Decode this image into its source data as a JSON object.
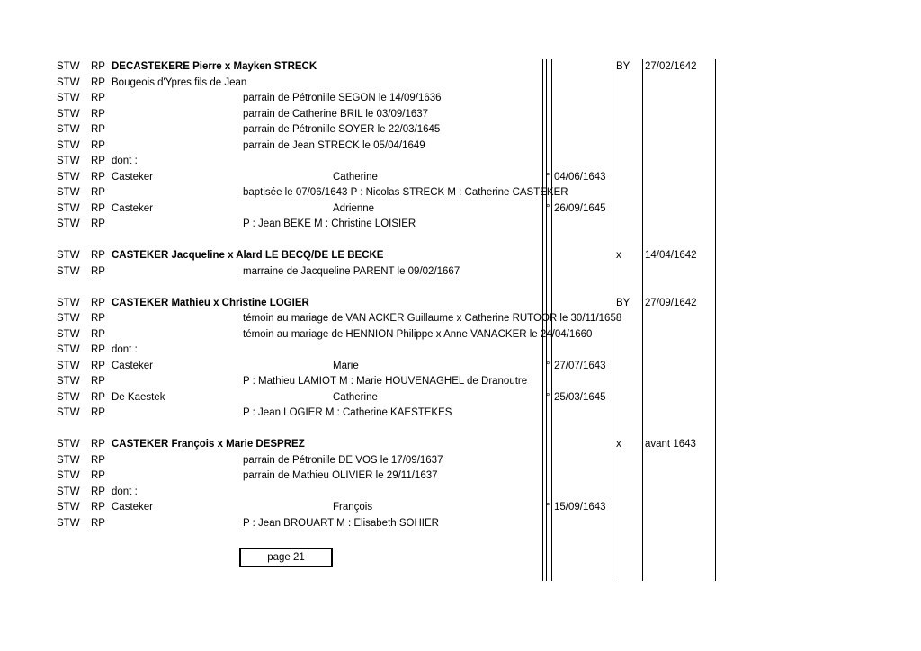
{
  "rows": [
    {
      "src": "STW",
      "rp": "RP",
      "prefix": "DECASTEKERE Pierre x Mayken STRECK",
      "prefix_bold": true,
      "first": "",
      "note": "",
      "bmark": "",
      "bdate": "",
      "mtag": "BY",
      "mdate": "27/02/1642"
    },
    {
      "src": "STW",
      "rp": "RP",
      "prefix": "Bougeois d'Ypres fils de Jean",
      "first": "",
      "note": "",
      "bmark": "",
      "bdate": "",
      "mtag": "",
      "mdate": ""
    },
    {
      "src": "STW",
      "rp": "RP",
      "prefix": "",
      "first": "",
      "note": "parrain de Pétronille SEGON le 14/09/1636",
      "bmark": "",
      "bdate": "",
      "mtag": "",
      "mdate": ""
    },
    {
      "src": "STW",
      "rp": "RP",
      "prefix": "",
      "first": "",
      "note": "parrain de Catherine BRIL le 03/09/1637",
      "bmark": "",
      "bdate": "",
      "mtag": "",
      "mdate": ""
    },
    {
      "src": "STW",
      "rp": "RP",
      "prefix": "",
      "first": "",
      "note": "parrain de Pétronille SOYER le 22/03/1645",
      "bmark": "",
      "bdate": "",
      "mtag": "",
      "mdate": ""
    },
    {
      "src": "STW",
      "rp": "RP",
      "prefix": "",
      "first": "",
      "note": "parrain de Jean STRECK le 05/04/1649",
      "bmark": "",
      "bdate": "",
      "mtag": "",
      "mdate": ""
    },
    {
      "src": "STW",
      "rp": "RP",
      "prefix": "dont :",
      "first": "",
      "note": "",
      "bmark": "",
      "bdate": "",
      "mtag": "",
      "mdate": ""
    },
    {
      "src": "STW",
      "rp": "RP",
      "prefix": "Casteker",
      "first": "Catherine",
      "note": "",
      "bmark": "°",
      "bdate": "04/06/1643",
      "mtag": "",
      "mdate": ""
    },
    {
      "src": "STW",
      "rp": "RP",
      "prefix": "",
      "first": "",
      "note": "baptisée le 07/06/1643 P : Nicolas STRECK M : Catherine CASTEKER",
      "bmark": "",
      "bdate": "",
      "mtag": "",
      "mdate": ""
    },
    {
      "src": "STW",
      "rp": "RP",
      "prefix": "Casteker",
      "first": "Adrienne",
      "note": "",
      "bmark": "°",
      "bdate": "26/09/1645",
      "mtag": "",
      "mdate": ""
    },
    {
      "src": "STW",
      "rp": "RP",
      "prefix": "",
      "first": "",
      "note": "P : Jean BEKE M : Christine LOISIER",
      "bmark": "",
      "bdate": "",
      "mtag": "",
      "mdate": ""
    },
    null,
    {
      "src": "STW",
      "rp": "RP",
      "prefix": "CASTEKER Jacqueline x Alard LE BECQ/DE LE BECKE",
      "prefix_bold": true,
      "first": "",
      "note": "",
      "bmark": "",
      "bdate": "",
      "mtag": "x",
      "mdate": "14/04/1642"
    },
    {
      "src": "STW",
      "rp": "RP",
      "prefix": "",
      "first": "",
      "note": "marraine de Jacqueline PARENT le 09/02/1667",
      "bmark": "",
      "bdate": "",
      "mtag": "",
      "mdate": ""
    },
    null,
    {
      "src": "STW",
      "rp": "RP",
      "prefix": "CASTEKER Mathieu x Christine LOGIER",
      "prefix_bold": true,
      "first": "",
      "note": "",
      "bmark": "",
      "bdate": "",
      "mtag": "BY",
      "mdate": "27/09/1642"
    },
    {
      "src": "STW",
      "rp": "RP",
      "prefix": "",
      "first": "",
      "note": "témoin au mariage de VAN ACKER Guillaume x Catherine RUTOOR le 30/11/1658",
      "bmark": "",
      "bdate": "",
      "mtag": "",
      "mdate": ""
    },
    {
      "src": "STW",
      "rp": "RP",
      "prefix": "",
      "first": "",
      "note": "témoin au mariage de HENNION Philippe x Anne VANACKER le 24/04/1660",
      "bmark": "",
      "bdate": "",
      "mtag": "",
      "mdate": ""
    },
    {
      "src": "STW",
      "rp": "RP",
      "prefix": "dont :",
      "first": "",
      "note": "",
      "bmark": "",
      "bdate": "",
      "mtag": "",
      "mdate": ""
    },
    {
      "src": "STW",
      "rp": "RP",
      "prefix": "Casteker",
      "first": "Marie",
      "note": "",
      "bmark": "°",
      "bdate": "27/07/1643",
      "mtag": "",
      "mdate": ""
    },
    {
      "src": "STW",
      "rp": "RP",
      "prefix": "",
      "first": "",
      "note": "P : Mathieu LAMIOT M : Marie HOUVENAGHEL de Dranoutre",
      "bmark": "",
      "bdate": "",
      "mtag": "",
      "mdate": ""
    },
    {
      "src": "STW",
      "rp": "RP",
      "prefix": "De Kaestek",
      "first": "Catherine",
      "note": "",
      "bmark": "°",
      "bdate": "25/03/1645",
      "mtag": "",
      "mdate": ""
    },
    {
      "src": "STW",
      "rp": "RP",
      "prefix": "",
      "first": "",
      "note": "P : Jean LOGIER M : Catherine KAESTEKES",
      "bmark": "",
      "bdate": "",
      "mtag": "",
      "mdate": ""
    },
    null,
    {
      "src": "STW",
      "rp": "RP",
      "prefix": "CASTEKER François x Marie DESPREZ",
      "prefix_bold": true,
      "first": "",
      "note": "",
      "bmark": "",
      "bdate": "",
      "mtag": "x",
      "mdate": "avant 1643"
    },
    {
      "src": "STW",
      "rp": "RP",
      "prefix": "",
      "first": "",
      "note": "parrain de Pétronille DE VOS le 17/09/1637",
      "bmark": "",
      "bdate": "",
      "mtag": "",
      "mdate": ""
    },
    {
      "src": "STW",
      "rp": "RP",
      "prefix": "",
      "first": "",
      "note": "parrain de Mathieu OLIVIER le 29/11/1637",
      "bmark": "",
      "bdate": "",
      "mtag": "",
      "mdate": ""
    },
    {
      "src": "STW",
      "rp": "RP",
      "prefix": "dont :",
      "first": "",
      "note": "",
      "bmark": "",
      "bdate": "",
      "mtag": "",
      "mdate": ""
    },
    {
      "src": "STW",
      "rp": "RP",
      "prefix": "Casteker",
      "first": "François",
      "note": "",
      "bmark": "°",
      "bdate": "15/09/1643",
      "mtag": "",
      "mdate": ""
    },
    {
      "src": "STW",
      "rp": "RP",
      "prefix": "",
      "first": "",
      "note": "P : Jean BROUART M : Elisabeth SOHIER",
      "bmark": "",
      "bdate": "",
      "mtag": "",
      "mdate": ""
    }
  ],
  "footer": {
    "page_label": "page 21"
  }
}
